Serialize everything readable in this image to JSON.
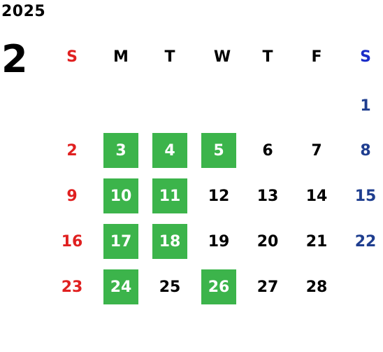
{
  "calendar": {
    "year": "2025",
    "month": "2",
    "weekdays": [
      "S",
      "M",
      "T",
      "W",
      "T",
      "F",
      "S"
    ],
    "days": [
      "1",
      "2",
      "3",
      "4",
      "5",
      "6",
      "7",
      "8",
      "9",
      "10",
      "11",
      "12",
      "13",
      "14",
      "15",
      "16",
      "17",
      "18",
      "19",
      "20",
      "21",
      "22",
      "23",
      "24",
      "25",
      "26",
      "27",
      "28"
    ],
    "highlighted_days": [
      "3",
      "4",
      "5",
      "10",
      "11",
      "17",
      "18",
      "24",
      "26"
    ]
  },
  "colors": {
    "sunday": "#e02020",
    "saturday_header": "#1a2cc8",
    "saturday": "#1f3e8f",
    "weekday": "#000000",
    "highlight_bg": "#3cb44b",
    "highlight_text": "#ffffff"
  }
}
